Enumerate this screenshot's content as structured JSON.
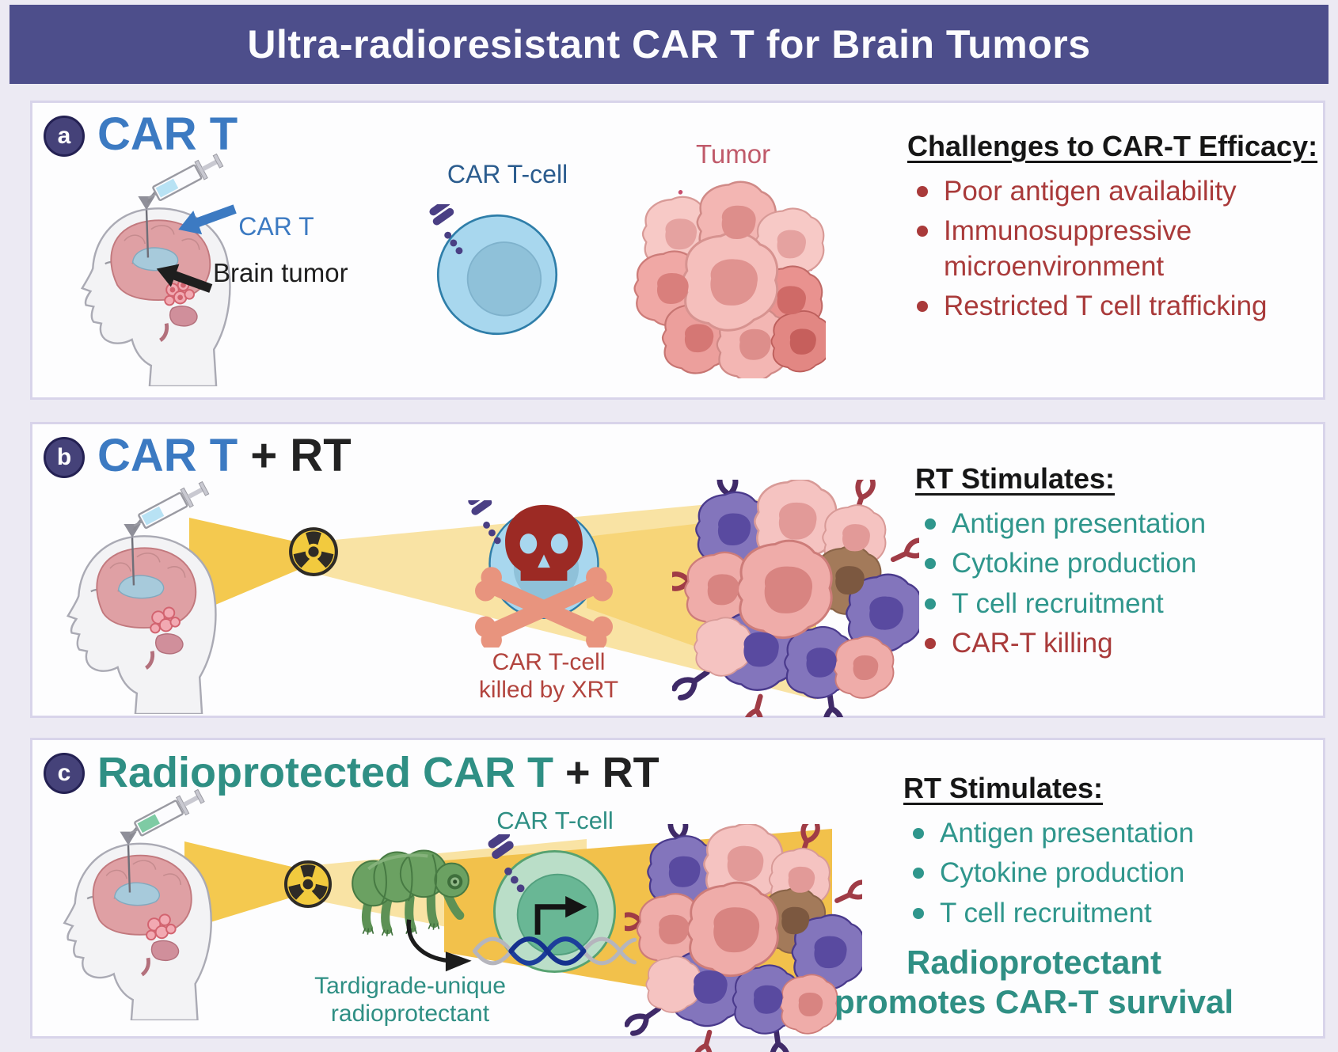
{
  "title": "Ultra-radioresistant CAR T for Brain Tumors",
  "panel_a": {
    "badge": "a",
    "title": "CAR T",
    "label_car_t": "CAR T",
    "label_brain_tumor": "Brain tumor",
    "label_car_t_cell": "CAR T-cell",
    "label_tumor": "Tumor",
    "list_heading": "Challenges to CAR-T Efficacy:",
    "items": [
      "Poor antigen availability",
      "Immunosuppressive microenvironment",
      "Restricted T cell trafficking"
    ]
  },
  "panel_b": {
    "badge": "b",
    "title_car": "CAR T",
    "title_plus": " + RT",
    "label_killed": "CAR T-cell killed by XRT",
    "list_heading": "RT Stimulates:",
    "items": [
      "Antigen presentation",
      "Cytokine production",
      "T cell recruitment",
      "CAR-T killing"
    ]
  },
  "panel_c": {
    "badge": "c",
    "title_radio": "Radioprotected CAR T",
    "title_plus": " + RT",
    "label_car_t_cell": "CAR T-cell",
    "label_tardigrade": "Tardigrade-unique radioprotectant",
    "list_heading": "RT Stimulates:",
    "items": [
      "Antigen presentation",
      "Cytokine production",
      "T cell recruitment"
    ],
    "footer": "Radioprotectant promotes CAR-T survival"
  },
  "colors": {
    "title_bar": "#4d4e8b",
    "accent_blue": "#3c7ac2",
    "accent_teal": "#2f8f84",
    "accent_red": "#a93a3a",
    "tumor_label": "#c05a6a",
    "radiation_yellow": "#f2ca3e",
    "beam_gold": "#f4c94f"
  }
}
